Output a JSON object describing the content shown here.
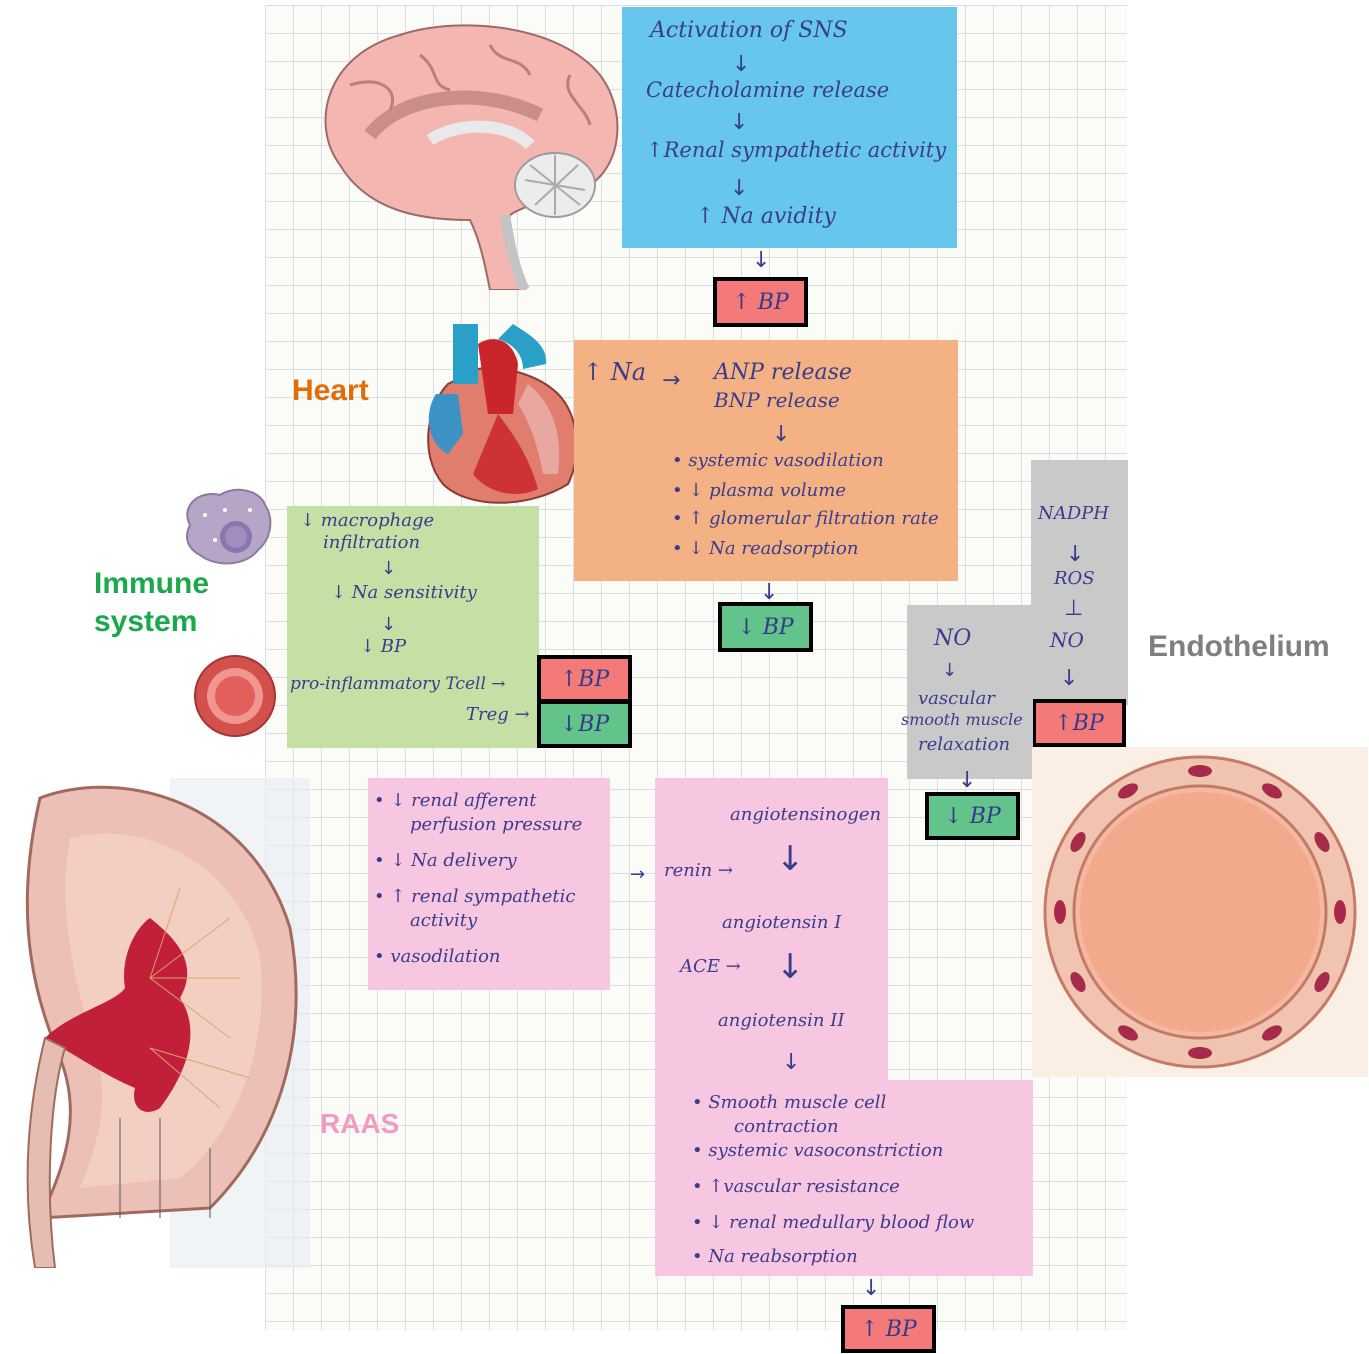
{
  "labels": {
    "heart": "Heart",
    "immune": "Immune\nsystem",
    "endothelium": "Endothelium",
    "raas": "RAAS"
  },
  "colors": {
    "heart": "#e36c09",
    "immune": "#1aa84c",
    "endothelium": "#7f7f7f",
    "raas": "#f49ac1",
    "sns_box": "#67c6ee",
    "heart_box": "#f4b183",
    "immune_box": "#c5e0a5",
    "endo_box": "#c9c9c9",
    "raas_box": "#f7c6e0",
    "bp_up": "#f47a7a",
    "bp_down": "#62c48a"
  },
  "sns": {
    "line1": "Activation of SNS",
    "line2": "Catecholamine release",
    "line3": "↑Renal sympathetic activity",
    "line4": "↑ Na avidity",
    "bp": "↑ BP"
  },
  "heart_box": {
    "na": "↑ Na",
    "anp": "ANP release",
    "bnp": "BNP release",
    "b1": "• systemic vasodilation",
    "b2": "• ↓ plasma volume",
    "b3": "• ↑ glomerular filtration rate",
    "b4": "• ↓ Na readsorption",
    "bp": "↓ BP"
  },
  "immune_box": {
    "l1": "↓ macrophage",
    "l2": "infiltration",
    "l3": "↓ Na sensitivity",
    "l4": "↓ BP",
    "l5": "pro-inflammatory Tcell →",
    "l6": "Treg →",
    "bp_up": "↑BP",
    "bp_down": "↓BP"
  },
  "endo": {
    "nadph": "NADPH",
    "ros": "ROS",
    "no_right": "NO",
    "bp_up": "↑BP",
    "no_left": "NO",
    "vasc1": "vascular",
    "vasc2": "smooth muscle",
    "vasc3": "relaxation",
    "bp_down": "↓ BP"
  },
  "raas_left": {
    "b1a": "• ↓ renal afferent",
    "b1b": "perfusion pressure",
    "b2": "• ↓ Na delivery",
    "b3a": "• ↑ renal sympathetic",
    "b3b": "activity",
    "b4": "• vasodilation"
  },
  "raas_right": {
    "angiotensinogen": "angiotensinogen",
    "renin": "renin →",
    "ang1": "angiotensin I",
    "ace": "ACE →",
    "ang2": "angiotensin II",
    "b1a": "• Smooth muscle cell",
    "b1b": "contraction",
    "b2": "• systemic vasoconstriction",
    "b3": "• ↑vascular resistance",
    "b4": "• ↓ renal medullary blood flow",
    "b5": "• Na reabsorption",
    "bp": "↑ BP"
  }
}
